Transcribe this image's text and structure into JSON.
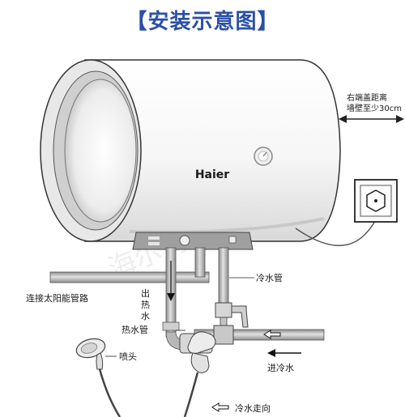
{
  "title": "【安装示意图】",
  "brand": "Haier",
  "watermark": "海尔海通专卖店",
  "labels": {
    "right_clearance_line1": "右端盖距离",
    "right_clearance_line2": "墙壁至少30cm",
    "cold_pipe": "冷水管",
    "solar_pipe": "连接太阳能管路",
    "hot_out_char1": "出",
    "hot_out_char2": "热",
    "hot_out_char3": "水",
    "hot_pipe": "热水管",
    "shower_head": "喷头",
    "cold_in": "进冷水",
    "legend_cold_flow": "冷水走向"
  },
  "colors": {
    "title": "#2a4fa8",
    "tank_body": "#f4f4f4",
    "pipe": "#b5b5b5",
    "control_panel": "#9a9a9a",
    "line": "#222222"
  }
}
